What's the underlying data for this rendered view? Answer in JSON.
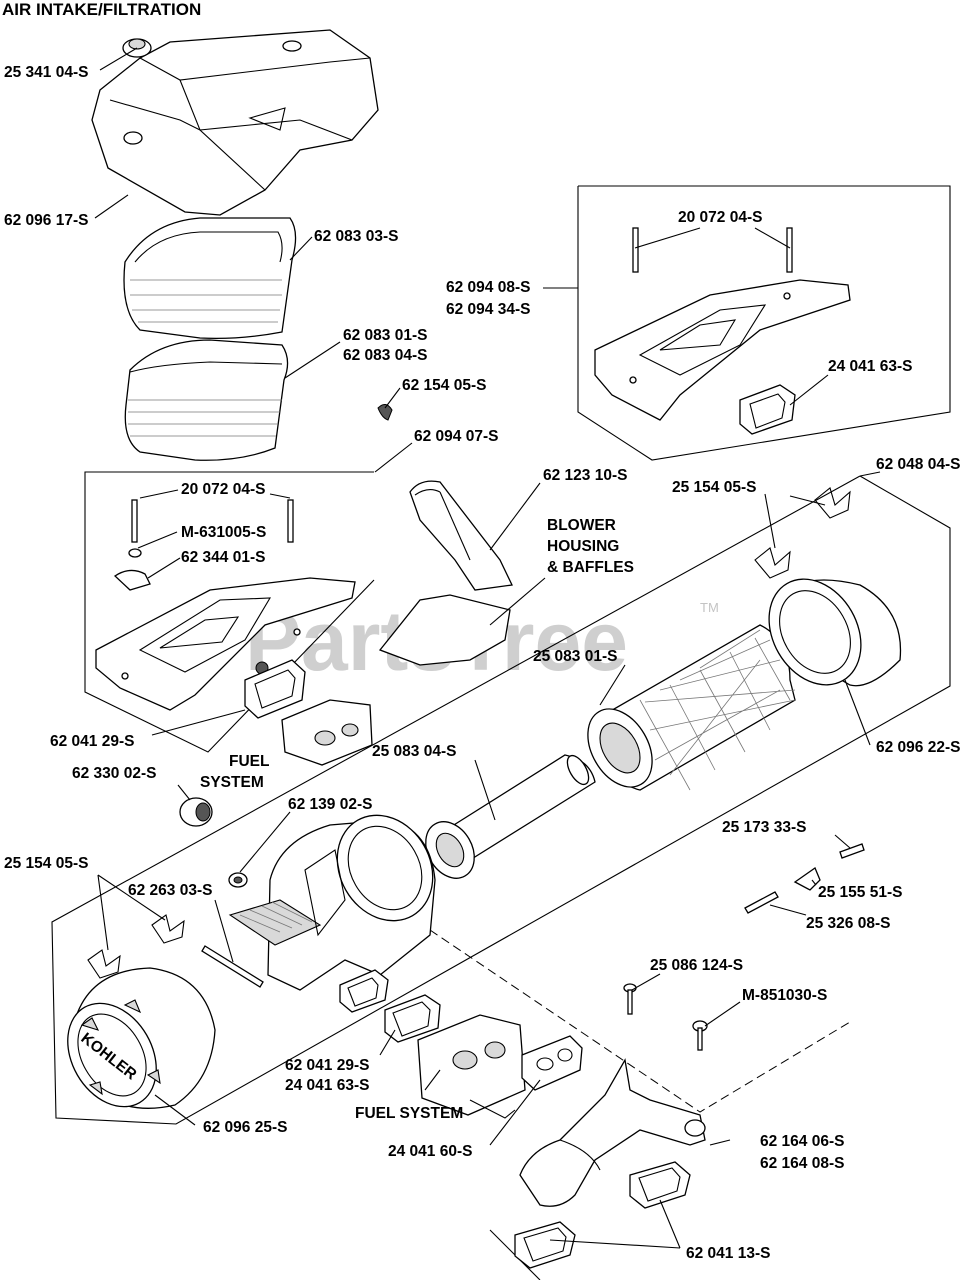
{
  "title": "AIR INTAKE/FILTRATION",
  "watermark": "PartsTree",
  "trademark": "TM",
  "logo_text": "KOHLER",
  "labels": {
    "p1": "25 341 04-S",
    "p2": "62 096 17-S",
    "p3": "62 083 03-S",
    "p4": "62 083 01-S",
    "p5": "62 083 04-S",
    "p6": "62 154 05-S",
    "p7": "62 094 07-S",
    "p8": "20 072 04-S",
    "p9": "62 094 08-S",
    "p10": "62 094 34-S",
    "p11": "24 041 63-S",
    "p12": "20 072 04-S",
    "p13": "M-631005-S",
    "p14": "62 344 01-S",
    "p15": "62 123 10-S",
    "p16": "BLOWER",
    "p17": "HOUSING",
    "p18": "& BAFFLES",
    "p19": "62 048 04-S",
    "p20": "25 154 05-S",
    "p21": "25 083 01-S",
    "p22": "62 096 22-S",
    "p23": "62 041 29-S",
    "p24": "FUEL",
    "p25": "SYSTEM",
    "p26": "62 330 02-S",
    "p27": "25 083 04-S",
    "p28": "62 139 02-S",
    "p29": "25 173 33-S",
    "p30": "25 154 05-S",
    "p31": "62 263 03-S",
    "p32": "25 155 51-S",
    "p33": "25 326 08-S",
    "p34": "25 086 124-S",
    "p35": "M-851030-S",
    "p36": "62 041 29-S",
    "p37": "24 041 63-S",
    "p38": "FUEL SYSTEM",
    "p39": "62 164 06-S",
    "p40": "62 164 08-S",
    "p41": "24 041 60-S",
    "p42": "62 041 13-S",
    "p43": "62 096 25-S"
  }
}
